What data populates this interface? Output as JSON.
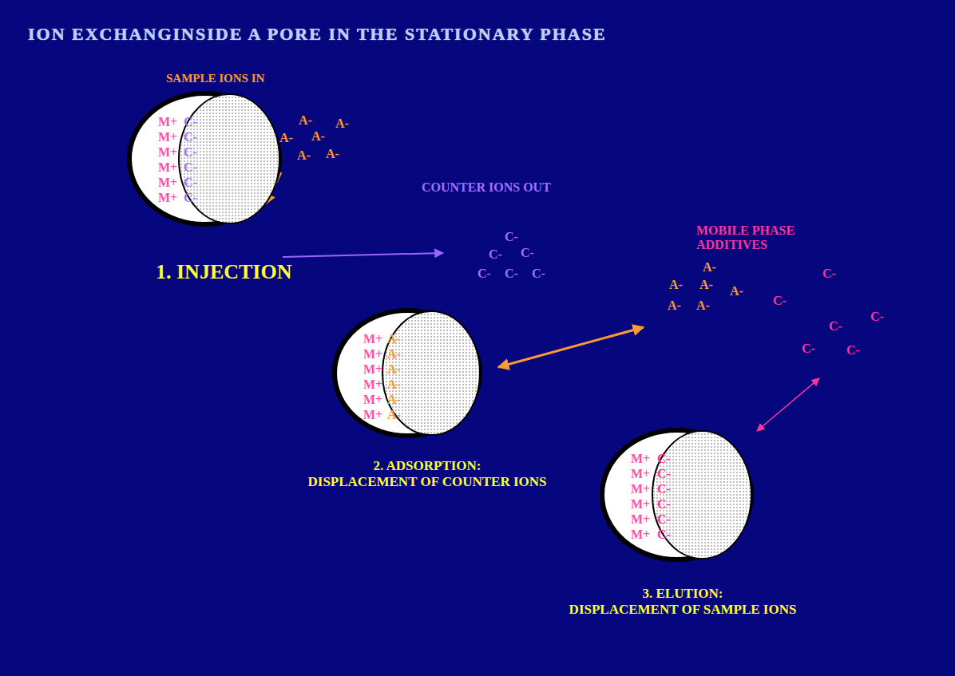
{
  "diagram": {
    "title": "ION EXCHANGINSIDE A PORE IN THE STATIONARY PHASE",
    "nodes": [
      {
        "text": [
          "M+ M+ M+ M+ M+ M+",
          "C- C- C- C- C- C-"
        ]
      },
      {
        "text": [
          "M+ M+ M+ M+ M+ M+",
          "A- A- A- A- A- A-"
        ]
      },
      {
        "text": [
          "M+ M+ M+ M+ M+ M+",
          "C- C- C- C- C- C-"
        ]
      }
    ],
    "labels": [
      "SAMPLE IONS IN",
      "A-",
      "A-",
      "A-",
      "A-",
      "A-",
      "A-",
      "COUNTER IONS OUT",
      "C-",
      "C-",
      "C-",
      "C-",
      "C-",
      "C-",
      "MOBILE PHASE ADDITIVES",
      "A-",
      "A-",
      "A-",
      "A-",
      "A-",
      "A-",
      "C-",
      "C-",
      "C-",
      "C-",
      "C-",
      "C-",
      "1. INJECTION",
      "2. ADSORPTION: DISPLACEMENT OF COUNTER IONS",
      "3. ELUTION: DISPLACEMENT OF SAMPLE IONS"
    ]
  }
}
